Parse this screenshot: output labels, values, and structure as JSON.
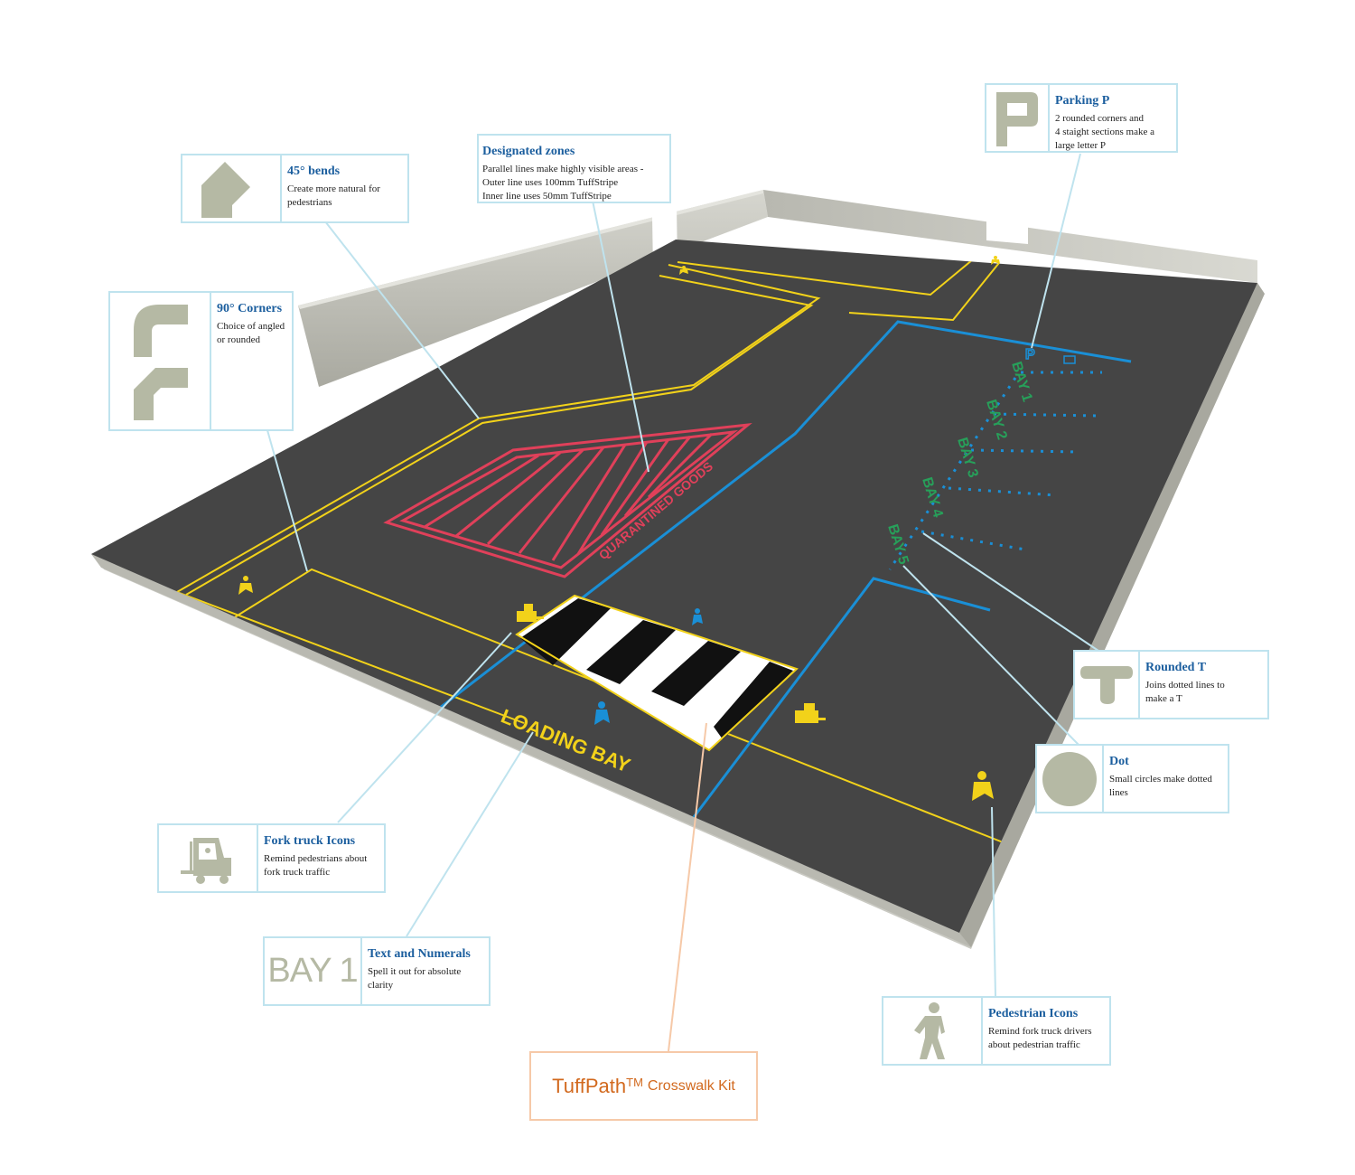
{
  "floor": {
    "zone_text": "QUARANTINED GOODS",
    "loading_bay_text": "LOADING BAY",
    "bay_labels": [
      "BAY 1",
      "BAY 2",
      "BAY 3",
      "BAY 4",
      "BAY 5"
    ],
    "parking_letter": "P"
  },
  "callouts": {
    "bends": {
      "title": "45° bends",
      "desc": "Create more natural for\npedestrians"
    },
    "zones": {
      "title": "Designated zones",
      "desc": "Parallel lines make highly visible areas -\nOuter line uses 100mm TuffStripe\nInner line uses 50mm TuffStripe"
    },
    "parking": {
      "title": "Parking P",
      "desc": "2 rounded corners and\n4 staight sections make a\nlarge letter P"
    },
    "corners": {
      "title": "90° Corners",
      "desc": "Choice of angled\nor rounded"
    },
    "rounded_t": {
      "title": "Rounded T",
      "desc": "Joins dotted lines to\nmake a T"
    },
    "dot": {
      "title": "Dot",
      "desc": "Small circles make dotted\nlines"
    },
    "fork": {
      "title": "Fork truck Icons",
      "desc": "Remind pedestrians about\nfork truck traffic"
    },
    "text": {
      "title": "Text and Numerals",
      "desc": "Spell it out for absolute\nclarity",
      "sample": "BAY 1"
    },
    "pedestrian": {
      "title": "Pedestrian Icons",
      "desc": "Remind fork truck drivers\nabout pedestrian traffic"
    }
  },
  "kit": {
    "name": "TuffPath",
    "tm": "TM",
    "label": "Crosswalk Kit"
  },
  "colors": {
    "yellow": "#f2d21a",
    "blue": "#1a8fd6",
    "red": "#e0405a",
    "green": "#27a05a",
    "floor": "#454545",
    "callout_border": "#bfe3ee",
    "icon_fill": "#b5b9a4"
  }
}
